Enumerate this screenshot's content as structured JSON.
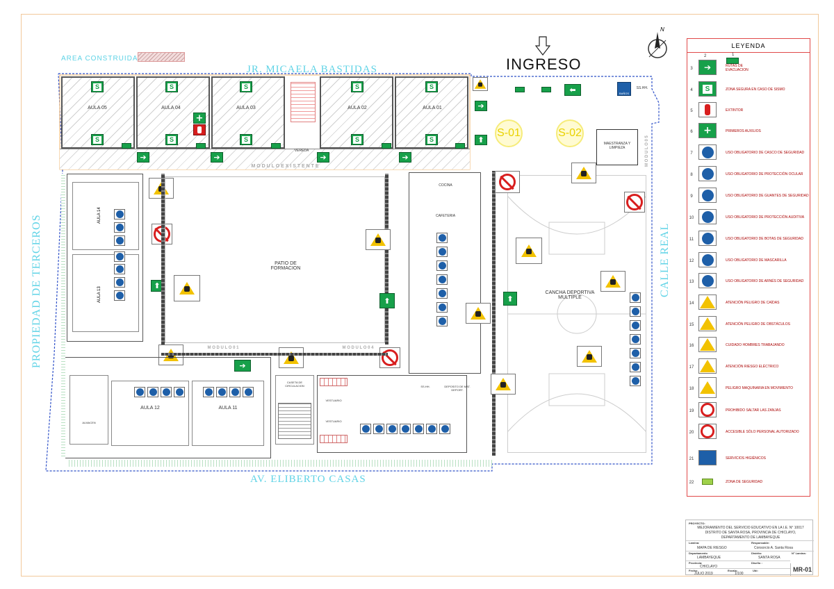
{
  "streets": {
    "north": "JR. MICAELA BASTIDAS",
    "south": "AV. ELIBERTO CASAS",
    "west": "PROPIEDAD DE TERCEROS",
    "east": "CALLE REAL"
  },
  "header": {
    "area_label": "AREA CONSTRUIDA",
    "entrance": "INGRESO",
    "north_mark": "N"
  },
  "rooms": {
    "aula05": "AULA 05",
    "aula04": "AULA 04",
    "aula03": "AULA 03",
    "aula02": "AULA 02",
    "aula01": "AULA 01",
    "aula14": "AULA 14",
    "aula13": "AULA 13",
    "aula12": "AULA 12",
    "aula11": "AULA 11",
    "vereda": "VEREDA",
    "modulo_existente": "M O D U L O   E X I S T E N T E",
    "patio": "PATIO DE FORMACION",
    "cocina": "COCINA",
    "cafeteria": "CAFETERIA",
    "cancha": "CANCHA DEPORTIVA MULTIPLE",
    "maestranza": "MAESTRANZA Y LIMPIEZA",
    "sshh": "SS.HH.",
    "modulo01": "M O D U L O   0 1",
    "modulo04": "M O D U L O   0 4",
    "almacen": "ALMACEN",
    "caseta": "CASETA DE CIRCULACION",
    "deposito": "DEPOSITO DE MAT. DEPORT.",
    "vestuarios": "VESTUARIO",
    "sshh_small": "SS.HH.",
    "modulo05": "M O D U L O   0 5",
    "banos": "BAÑOS"
  },
  "safe_zones": [
    "S-01",
    "S-02"
  ],
  "legend": {
    "title": "LEYENDA",
    "top_nums": [
      "2",
      "1"
    ],
    "items": [
      {
        "num": "3",
        "text": "RUTAS DE EVACUACION",
        "icon": "exit-arrow-icon"
      },
      {
        "num": "4",
        "text": "ZONA SEGURA EN CASO DE SISMO",
        "icon": "safe-zone-icon"
      },
      {
        "num": "5",
        "text": "EXTINTOR",
        "icon": "extinguisher-icon"
      },
      {
        "num": "6",
        "text": "PRIMEROS AUXILIOS",
        "icon": "first-aid-icon"
      },
      {
        "num": "7",
        "text": "USO OBLIGATORIO DE CASCO DE SEGURIDAD",
        "icon": "helmet-icon"
      },
      {
        "num": "8",
        "text": "USO OBLIGATORIO DE PROTECCIÓN OCULAR",
        "icon": "goggles-icon"
      },
      {
        "num": "9",
        "text": "USO OBLIGATORIO DE GUANTES DE SEGURIDAD",
        "icon": "gloves-icon"
      },
      {
        "num": "10",
        "text": "USO OBLIGATORIO DE PROTECCIÓN AUDITIVA",
        "icon": "ear-protection-icon"
      },
      {
        "num": "11",
        "text": "USO OBLIGATORIO DE BOTAS DE SEGURIDAD",
        "icon": "boots-icon"
      },
      {
        "num": "12",
        "text": "USO OBLIGATORIO DE MASCARILLA",
        "icon": "mask-icon"
      },
      {
        "num": "13",
        "text": "USO OBLIGATORIO DE ARNÉS DE SEGURIDAD",
        "icon": "harness-icon"
      },
      {
        "num": "14",
        "text": "ATENCIÓN PELIGRO DE CAÍDAS",
        "icon": "fall-warning-icon"
      },
      {
        "num": "15",
        "text": "ATENCIÓN PELIGRO DE OBSTÁCULOS",
        "icon": "obstacle-warning-icon"
      },
      {
        "num": "16",
        "text": "CUIDADO HOMBRES TRABAJANDO",
        "icon": "men-working-icon"
      },
      {
        "num": "17",
        "text": "ATENCIÓN RIESGO ELÉCTRICO",
        "icon": "electric-warning-icon"
      },
      {
        "num": "18",
        "text": "PELIGRO MAQUINARIA EN MOVIMIENTO",
        "icon": "machinery-warning-icon"
      },
      {
        "num": "19",
        "text": "PROHIBIDO SALTAR LAS ZANJAS",
        "icon": "no-jumping-icon"
      },
      {
        "num": "20",
        "text": "ACCESIBLE SÓLO PERSONAL AUTORIZADO",
        "icon": "authorized-only-icon"
      },
      {
        "num": "21",
        "text": "SERVICIOS HIGIÉNICOS",
        "icon": "toilets-icon"
      },
      {
        "num": "22",
        "text": "ZONA DE SEGURIDAD",
        "icon": "safety-zone-icon"
      }
    ]
  },
  "title_block": {
    "proyecto_lbl": "PROYECTO:",
    "proyecto": "MEJORAMIENTO DEL SERVICIO EDUCATIVO EN LA I.E. N° 10017 DISTRITO DE SANTA ROSA, PROVINCIA DE CHICLAYO, DEPARTAMENTO DE LAMBAYEQUE",
    "lamina_lbl": "Lamina:",
    "lamina": "MAPA DE RIESGO",
    "responsable_lbl": "Responsable:",
    "responsable": "Consorcio A. Santa Rosa",
    "departamento_lbl": "Departamento",
    "departamento": "LAMBAYEQUE",
    "distrito_lbl": "Distrito:",
    "distrito": "SANTA ROSA",
    "lamina_n_lbl": "N° Lamina:",
    "provincia_lbl": "Provincia:",
    "provincia": "CHICLAYO",
    "diseno_lbl": "Diseño :",
    "fecha_lbl": "Fecha:",
    "fecha": "JULIO 2019",
    "escala_lbl": "Escala:",
    "escala": "1/100",
    "ubi_lbl": "Ubi:",
    "code": "MR-01"
  },
  "colors": {
    "street_text": "#5fd3e6",
    "sign_green": "#17a04a",
    "warning_yellow": "#f2c200",
    "prohibit_red": "#d81e1e",
    "mandatory_blue": "#1e5fa8",
    "legend_border": "#e04848"
  }
}
